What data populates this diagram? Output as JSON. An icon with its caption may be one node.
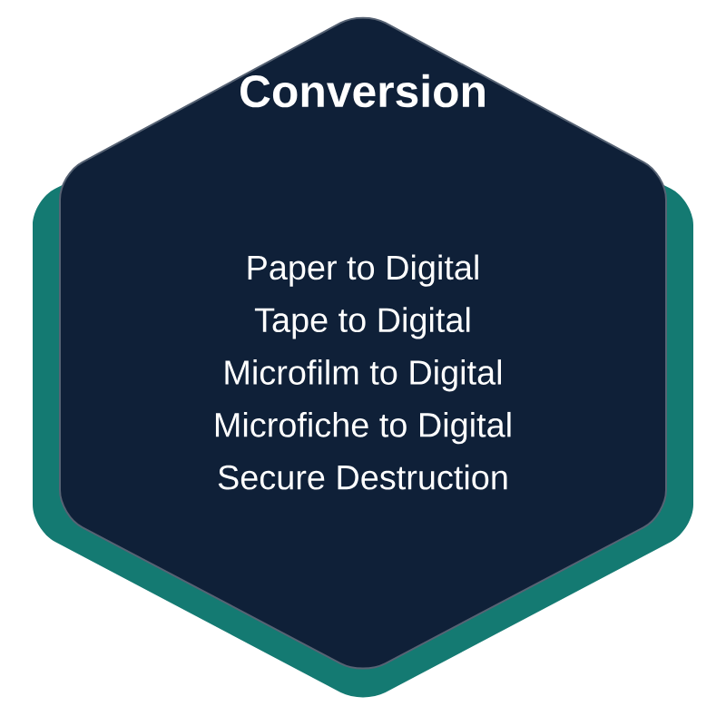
{
  "diagram": {
    "nodes": [
      {
        "text": [
          "Conversion",
          "Paper to Digital",
          "Tape to Digital",
          "Microfilm to Digital",
          "Microfiche to Digital",
          "Secure Destruction"
        ]
      }
    ]
  }
}
